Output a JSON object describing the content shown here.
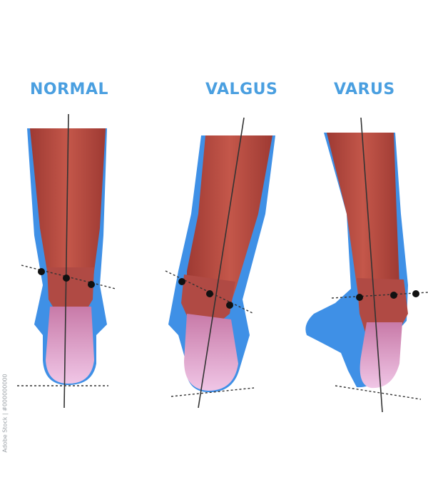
{
  "labels": {
    "normal": "NORMAL",
    "valgus": "VALGUS",
    "varus": "VARUS"
  },
  "watermark": "Adobe Stock | #000000000",
  "colors": {
    "label": "#4a9fe0",
    "muscle": "#b8463c",
    "muscle_dark": "#8f2f28",
    "skin_outline": "#3d8fe4",
    "heel": "#e5a3d4",
    "bone_line": "#333333",
    "marker": "#111111"
  }
}
